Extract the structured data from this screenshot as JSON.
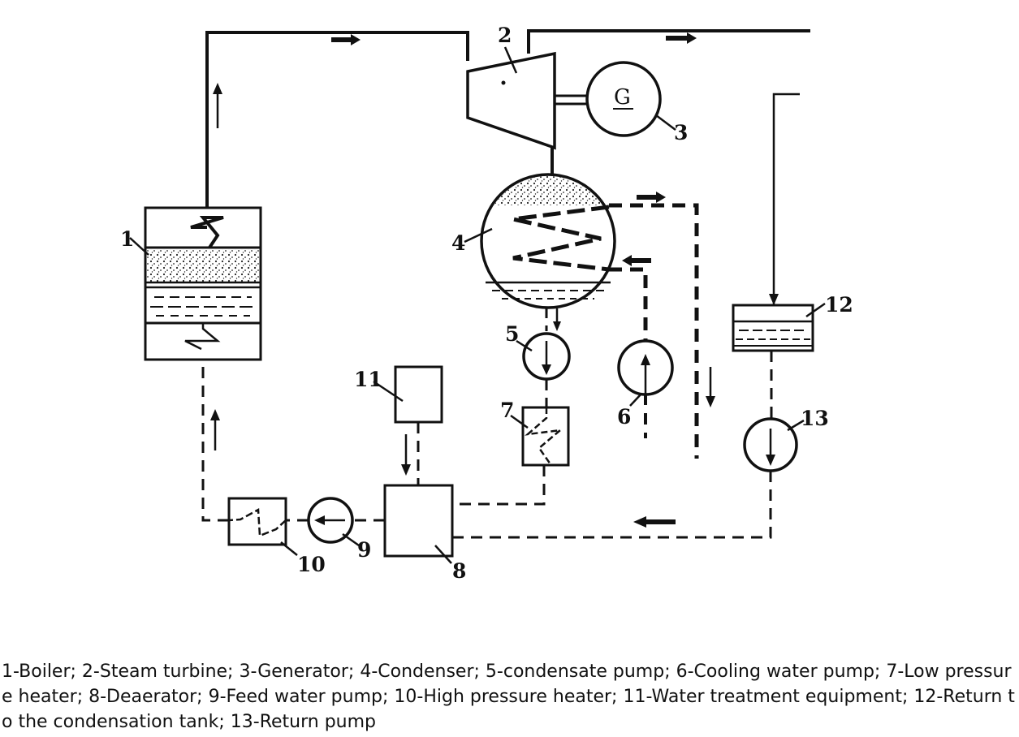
{
  "labels": {
    "boiler": "1",
    "turbine": "2",
    "generator": "3",
    "condenser": "4",
    "condensate_pump": "5",
    "cooling_pump": "6",
    "lp_heater": "7",
    "deaerator": "8",
    "feed_pump": "9",
    "hp_heater": "10",
    "water_treatment": "11",
    "return_tank": "12",
    "return_pump": "13"
  },
  "generator_symbol": "G",
  "caption": "1-Boiler; 2-Steam turbine; 3-Generator; 4-Condenser; 5-condensate pump; 6-Cooling water pump; 7-Low pressure heater; 8-Deaerator; 9-Feed water pump; 10-High pressure heater; 11-Water treatment equipment; 12-Return to the condensation tank; 13-Return pump"
}
